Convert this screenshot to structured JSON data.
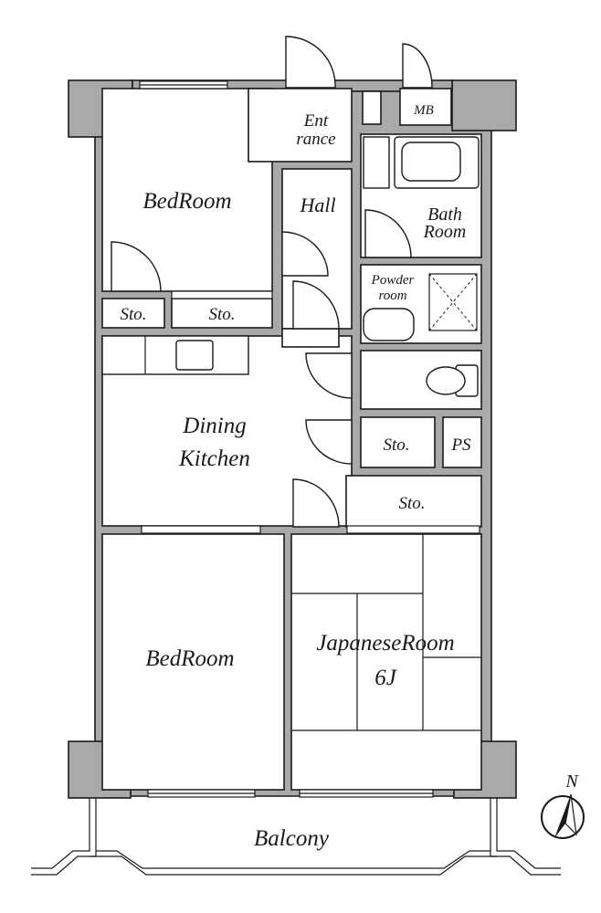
{
  "labels": {
    "entrance_1": "Ent",
    "entrance_2": "rance",
    "mb": "MB",
    "bedroom_top": "BedRoom",
    "hall": "Hall",
    "bath_1": "Bath",
    "bath_2": "Room",
    "powder_1": "Powder",
    "powder_2": "room",
    "sto_left": "Sto.",
    "sto_mid": "Sto.",
    "dining_1": "Dining",
    "dining_2": "Kitchen",
    "sto_right": "Sto.",
    "ps": "PS",
    "sto_lower": "Sto.",
    "bedroom_bottom": "BedRoom",
    "japanese_1": "JapaneseRoom",
    "japanese_2": "6J",
    "balcony": "Balcony",
    "north": "N"
  },
  "colors": {
    "wall": "#a9a9a9",
    "line": "#1a1a1a"
  }
}
